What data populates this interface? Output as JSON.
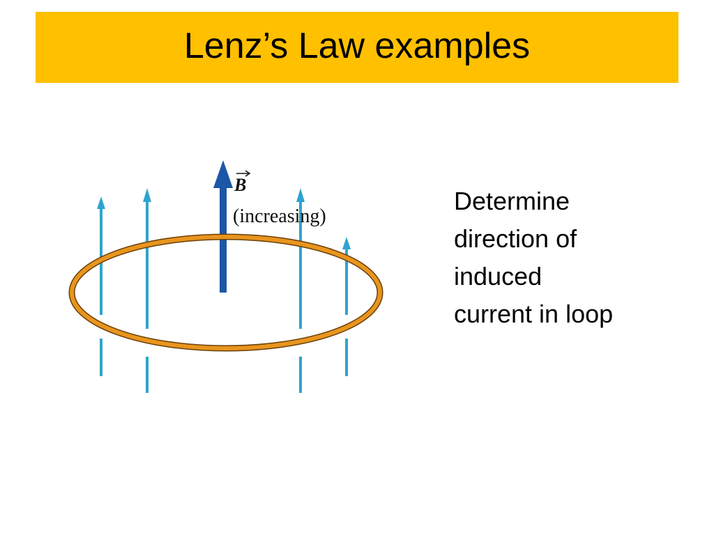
{
  "slide": {
    "title": "Lenz’s Law examples",
    "accent_color": "#FFC000"
  },
  "diagram": {
    "field_symbol": "B",
    "field_state": "(increasing)",
    "loop_color": "#E8951E",
    "field_line_color": "#2FA4CF",
    "main_arrow_color": "#1B57A6"
  },
  "prompt": {
    "lines": [
      "Determine",
      "direction of",
      "induced",
      "current in loop"
    ]
  }
}
